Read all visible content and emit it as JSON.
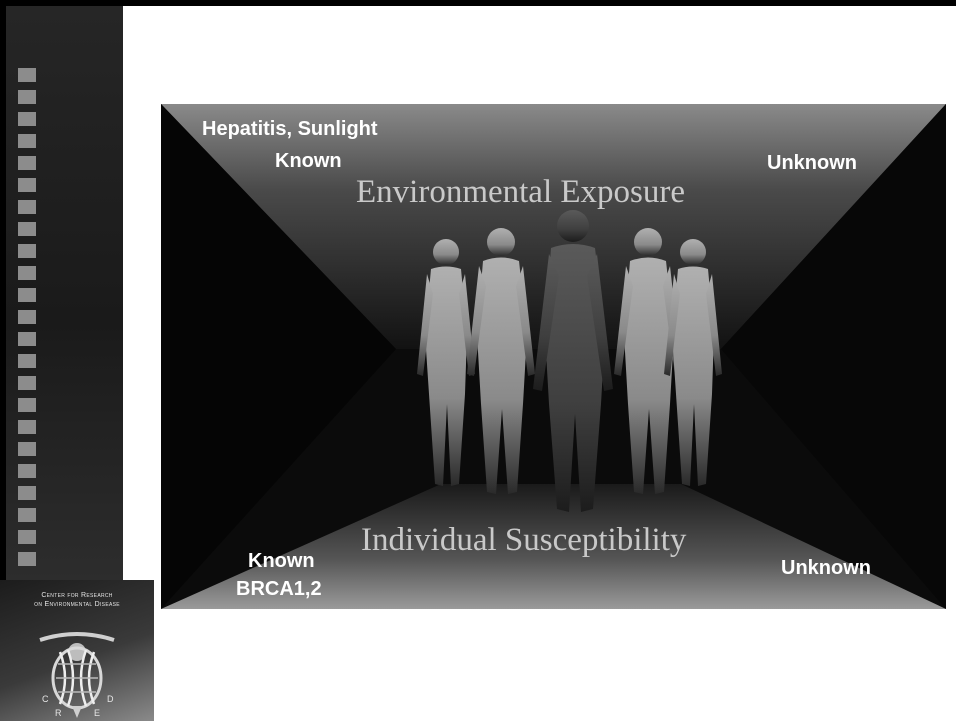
{
  "slide": {
    "top_left_label": "Hepatitis, Sunlight",
    "top_known": "Known",
    "top_unknown": "Unknown",
    "top_title": "Environmental Exposure",
    "bottom_title": "Individual Susceptibility",
    "bottom_known": "Known",
    "bottom_example": "BRCA1,2",
    "bottom_unknown": "Unknown"
  },
  "logo": {
    "line1": "Center for Research",
    "line2": "on Environmental Disease",
    "letters": [
      "C",
      "R",
      "E",
      "D"
    ]
  },
  "colors": {
    "slide_bg": "#0d0d0d",
    "title_text": "#c9c9c9",
    "label_text": "#ffffff",
    "sidebar_squares": "#8c8c8c"
  }
}
